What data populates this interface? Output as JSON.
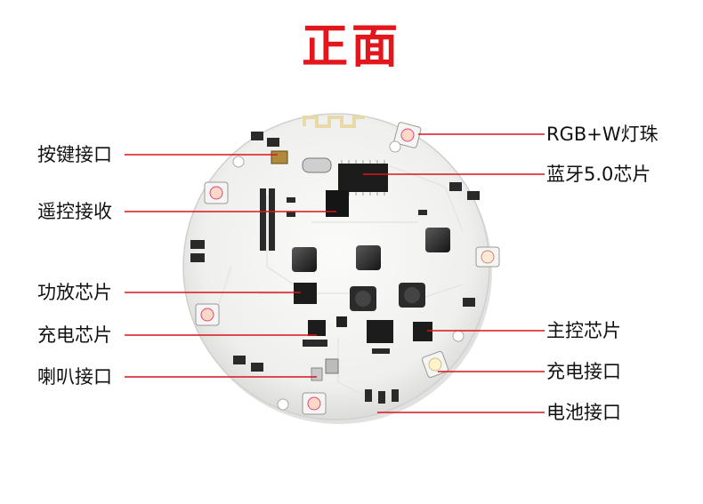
{
  "title": "正面",
  "colors": {
    "title": "#e3161c",
    "leader_line": "#d9141a",
    "pcb": "#f2f3f1",
    "chip": "#1c1c1c"
  },
  "labels_left": [
    "按键接口",
    "遥控接收",
    "功放芯片",
    "充电芯片",
    "喇叭接口"
  ],
  "labels_right": [
    "RGB+W灯珠",
    "蓝牙5.0芯片",
    "主控芯片",
    "充电接口",
    "电池接口"
  ]
}
